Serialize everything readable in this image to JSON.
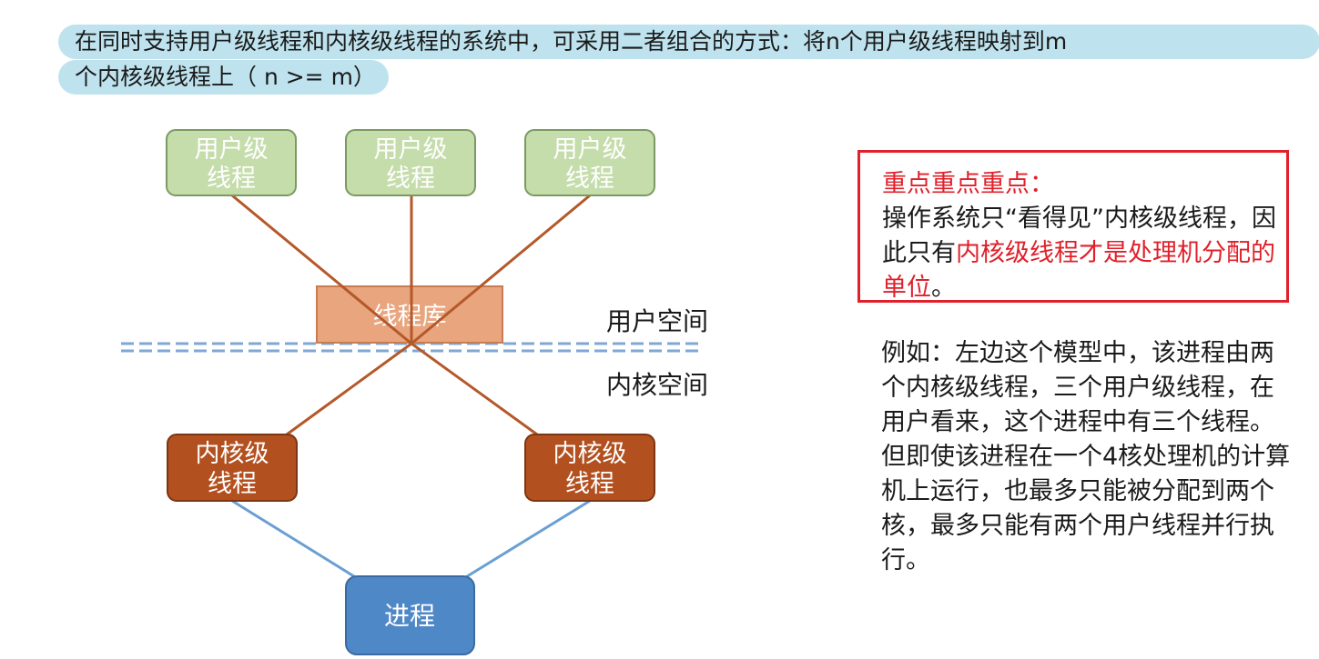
{
  "header": {
    "line1": "在同时支持用户级线程和内核级线程的系统中，可采用二者组合的方式：将n个用户级线程映射到m",
    "line2": "个内核级线程上（ n >= m）"
  },
  "diagram": {
    "user_threads": [
      {
        "line1": "用户级",
        "line2": "线程"
      },
      {
        "line1": "用户级",
        "line2": "线程"
      },
      {
        "line1": "用户级",
        "line2": "线程"
      }
    ],
    "library": "线程库",
    "user_space": "用户空间",
    "kernel_space": "内核空间",
    "kernel_threads": [
      {
        "line1": "内核级",
        "line2": "线程"
      },
      {
        "line1": "内核级",
        "line2": "线程"
      }
    ],
    "process": "进程",
    "colors": {
      "user_box_fill": "#c5dcab",
      "user_box_border": "#7b9a62",
      "user_text": "#ffffff",
      "library_fill": "#e8a57e",
      "library_border": "#c97b52",
      "kernel_fill": "#b3501f",
      "kernel_border": "#7c3612",
      "process_fill": "#4f88c6",
      "process_border": "#3b6aa2",
      "orange_line": "#b5582a",
      "blue_line": "#6a9fd3",
      "dash_line": "#7fa7d6"
    }
  },
  "key_box": {
    "title": "重点重点重点：",
    "text_a": "操作系统只“看得见”内核级线程，因此只有",
    "text_red": "内核级线程才是处理机分配的单位",
    "text_b": "。"
  },
  "example": "例如：左边这个模型中，该进程由两个内核级线程，三个用户级线程，在用户看来，这个进程中有三个线程。但即使该进程在一个4核处理机的计算机上运行，也最多只能被分配到两个核，最多只能有两个用户线程并行执行。"
}
